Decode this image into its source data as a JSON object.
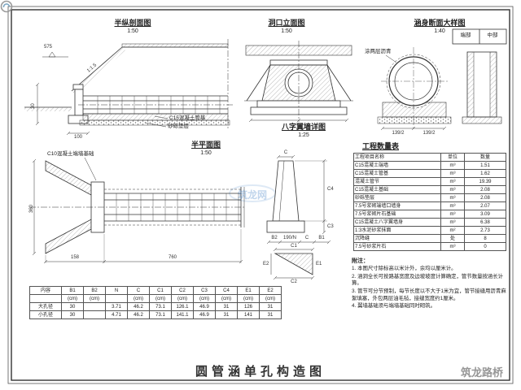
{
  "sheet": {
    "title": "圆管涵单孔构造图",
    "brand": "筑龙路桥",
    "center_watermark": "筑龙网"
  },
  "captions": {
    "longitudinal": {
      "title": "半纵剖面图",
      "scale": "1:50"
    },
    "portal": {
      "title": "洞口立面图",
      "scale": "1:50"
    },
    "body_section": {
      "title": "涵身断面大样图",
      "scale": "1:40"
    },
    "wingwall": {
      "title": "八字翼墙详图",
      "scale": "1:25"
    },
    "plan": {
      "title": "半平面图",
      "scale": "1:50"
    }
  },
  "labels": {
    "pipe_base": "C15混凝土管基",
    "bedding": "砂砾垫层",
    "endwall_foundation": "C10混凝土端墙基础",
    "asphalt": "涂两层沥青",
    "end_part": "端部",
    "mid_part": "中部"
  },
  "dims": {
    "longitudinal": {
      "elevation": "575",
      "wall_height": "30",
      "footing_width": "100",
      "slope": "1:1.5"
    },
    "body": {
      "half_left": "139/2",
      "half_right": "139/2"
    },
    "plan": {
      "wing_length": "158",
      "body_length": "760",
      "width": "360"
    },
    "wingwall": {
      "c_top": "C",
      "c4": "C4",
      "c3": "C3",
      "b2": "B2",
      "n190": "190/N",
      "c": "C",
      "b1": "B1",
      "c1": "C1",
      "c2": "C2",
      "e1": "E1",
      "e2": "E2"
    }
  },
  "quantity_table": {
    "title": "工程数量表",
    "headers": [
      "工程项目名称",
      "单位",
      "数量"
    ],
    "rows": [
      [
        "C15混凝土端墙",
        "m³",
        "1.51"
      ],
      [
        "C15混凝土管基",
        "m³",
        "1.62"
      ],
      [
        "混凝土管节",
        "m³",
        "19.39"
      ],
      [
        "C15混凝土基础",
        "m³",
        "2.08"
      ],
      [
        "砂砾垫层",
        "m³",
        "2.08"
      ],
      [
        "7.5号浆砌端墙口墙身",
        "m³",
        "2.07"
      ],
      [
        "7.5号浆砌片石基础",
        "m³",
        "3.09"
      ],
      [
        "C15混凝土八字翼墙身",
        "m³",
        "6.38"
      ],
      [
        "1:3水泥砂浆抹面",
        "m²",
        "2.73"
      ],
      [
        "沉降缝",
        "处",
        "8"
      ],
      [
        "7.5号砂浆片石",
        "m³",
        "0"
      ]
    ]
  },
  "wing_table": {
    "headers": [
      "内容",
      "B1",
      "B2",
      "N",
      "C",
      "C1",
      "C2",
      "C3",
      "C4",
      "E1",
      "E2"
    ],
    "units": [
      "",
      "(cm)",
      "(cm)",
      "",
      "(cm)",
      "(cm)",
      "(cm)",
      "(cm)",
      "(cm)",
      "(cm)",
      "(cm)"
    ],
    "rows": [
      [
        "大孔径",
        "30",
        "",
        "3.71",
        "46.2",
        "73.1",
        "126.1",
        "46.9",
        "31",
        "126",
        "31"
      ],
      [
        "小孔径",
        "30",
        "",
        "4.71",
        "46.2",
        "73.1",
        "141.1",
        "46.9",
        "31",
        "141",
        "31"
      ]
    ]
  },
  "notes": {
    "title": "附注：",
    "items": [
      "1. 本图尺寸除标高以米计外，余均以厘米计。",
      "2. 涵洞全长可按路基宽度及边坡坡度计算确定，管节数量按涵长计算。",
      "3. 管节可分节预制，每节长度以不大于1米为宜，管节接缝用沥青麻絮填塞，外包两层油毛毡，接缝宽度约1厘米。",
      "4. 翼墙基础须与端墙基础同时砌筑。"
    ]
  }
}
